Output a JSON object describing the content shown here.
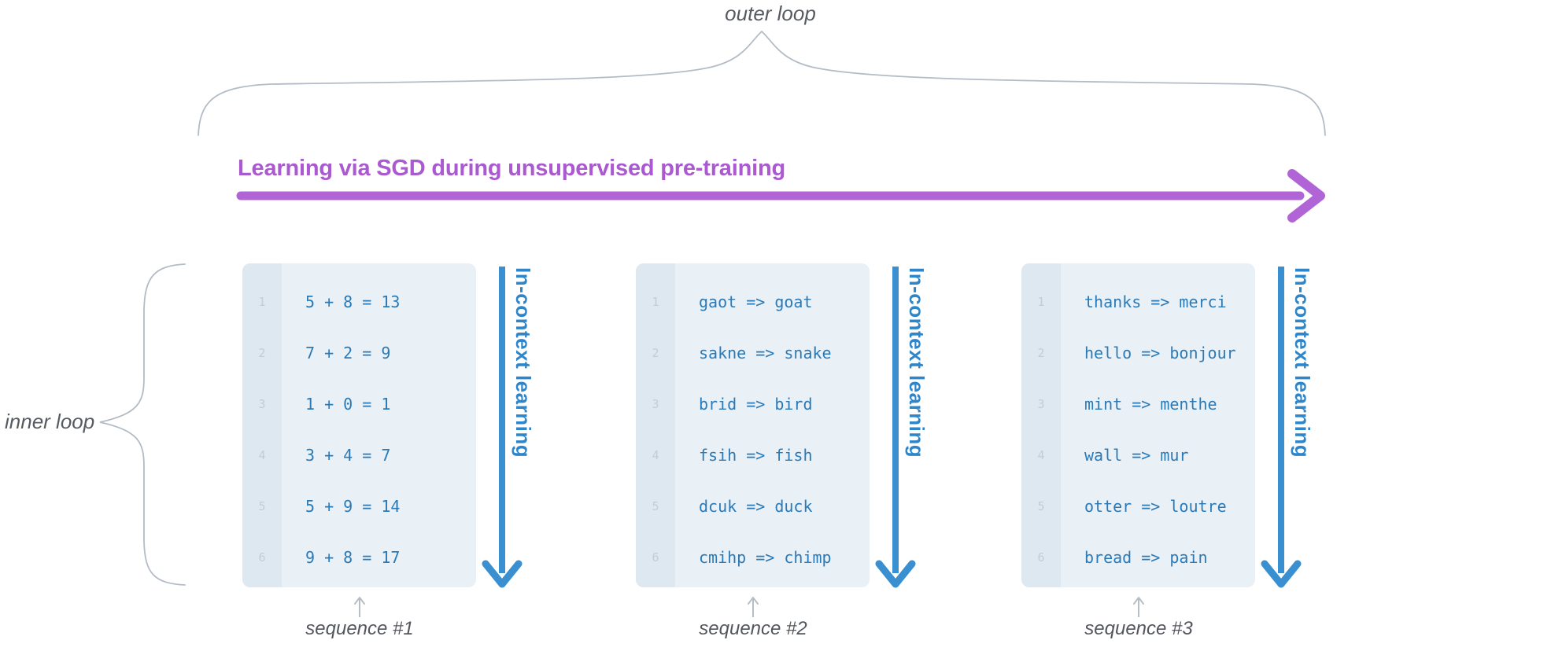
{
  "labels": {
    "outer_loop": "outer loop",
    "inner_loop": "inner loop",
    "sgd_heading": "Learning via SGD during unsupervised pre-training",
    "in_context": "In-context learning"
  },
  "panels": [
    {
      "sequence_label": "sequence #1",
      "lines": [
        {
          "num": "1",
          "text": "5 + 8 = 13"
        },
        {
          "num": "2",
          "text": "7 + 2 = 9"
        },
        {
          "num": "3",
          "text": "1 + 0 = 1"
        },
        {
          "num": "4",
          "text": "3 + 4 = 7"
        },
        {
          "num": "5",
          "text": "5 + 9 = 14"
        },
        {
          "num": "6",
          "text": "9 + 8 = 17"
        }
      ]
    },
    {
      "sequence_label": "sequence #2",
      "lines": [
        {
          "num": "1",
          "text": "gaot => goat"
        },
        {
          "num": "2",
          "text": "sakne => snake"
        },
        {
          "num": "3",
          "text": "brid => bird"
        },
        {
          "num": "4",
          "text": "fsih => fish"
        },
        {
          "num": "5",
          "text": "dcuk => duck"
        },
        {
          "num": "6",
          "text": "cmihp => chimp"
        }
      ]
    },
    {
      "sequence_label": "sequence #3",
      "lines": [
        {
          "num": "1",
          "text": "thanks => merci"
        },
        {
          "num": "2",
          "text": "hello => bonjour"
        },
        {
          "num": "3",
          "text": "mint => menthe"
        },
        {
          "num": "4",
          "text": "wall => mur"
        },
        {
          "num": "5",
          "text": "otter => loutre"
        },
        {
          "num": "6",
          "text": "bread => pain"
        }
      ]
    }
  ],
  "colors": {
    "accent_purple": "#b164d6",
    "heading_purple": "#ab59d0",
    "accent_blue": "#3a8fd1",
    "in_context_text_blue": "#2e86ca",
    "code_blue": "#2a7ab8",
    "line_number_gray": "#c4ccd5",
    "panel_bg": "#e9f0f6",
    "gutter_bg": "#dde8f1",
    "brace_gray": "#b3bcc6",
    "label_gray": "#565b61"
  }
}
